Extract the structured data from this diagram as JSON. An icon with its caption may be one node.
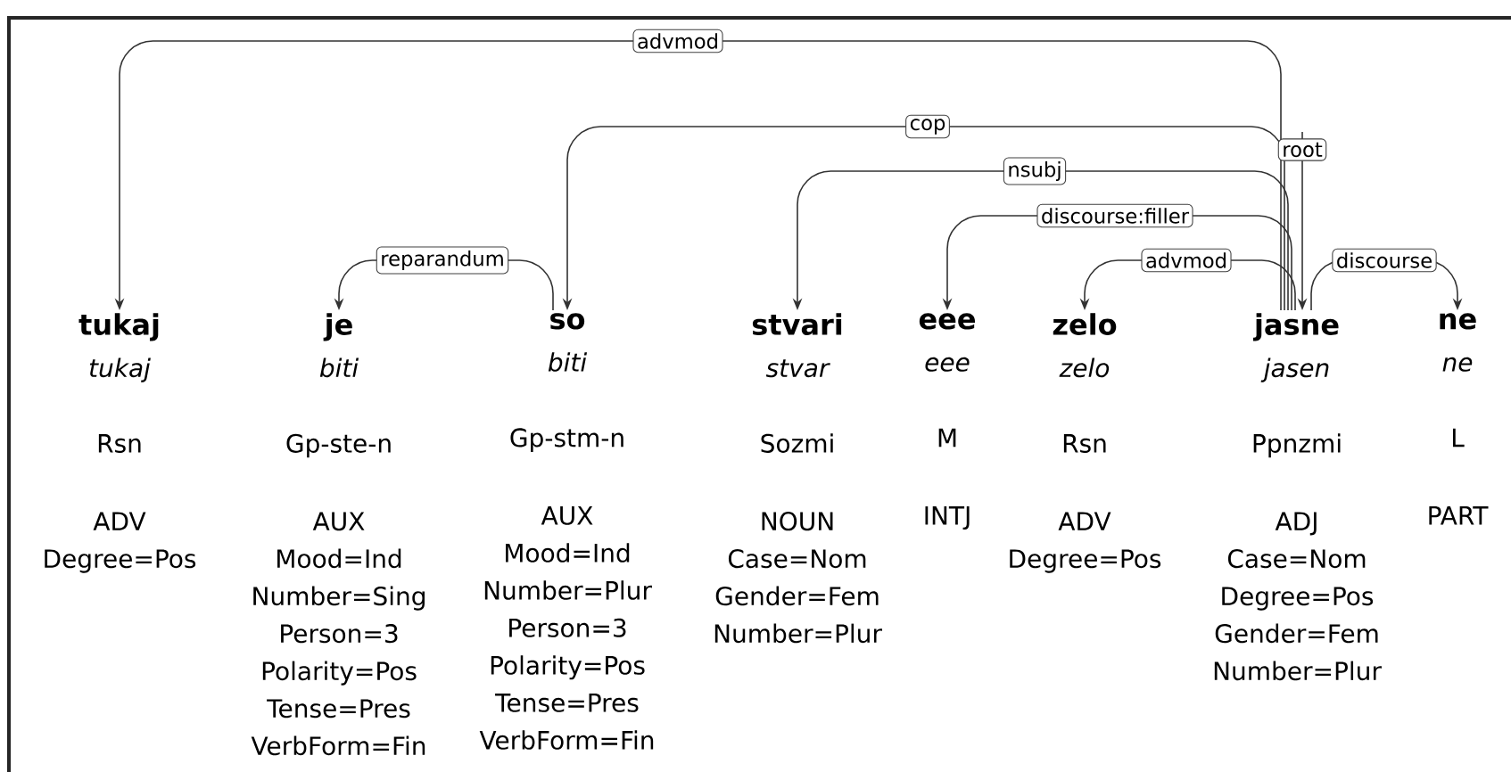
{
  "diagram": {
    "nodes": [
      {
        "text": [
          "tukaj",
          "tukaj",
          "Rsn",
          "ADV",
          "Degree=Pos"
        ]
      },
      {
        "text": [
          "je",
          "biti",
          "Gp-ste-n",
          "AUX",
          "Mood=Ind",
          "Number=Sing",
          "Person=3",
          "Polarity=Pos",
          "Tense=Pres",
          "VerbForm=Fin"
        ]
      },
      {
        "text": [
          "so",
          "biti",
          "Gp-stm-n",
          "AUX",
          "Mood=Ind",
          "Number=Plur",
          "Person=3",
          "Polarity=Pos",
          "Tense=Pres",
          "VerbForm=Fin"
        ]
      },
      {
        "text": [
          "stvari",
          "stvar",
          "Sozmi",
          "NOUN",
          "Case=Nom",
          "Gender=Fem",
          "Number=Plur"
        ]
      },
      {
        "text": [
          "eee",
          "eee",
          "M",
          "INTJ"
        ]
      },
      {
        "text": [
          "zelo",
          "zelo",
          "Rsn",
          "ADV",
          "Degree=Pos"
        ]
      },
      {
        "text": [
          "jasne",
          "jasen",
          "Ppnzmi",
          "ADJ",
          "Case=Nom",
          "Degree=Pos",
          "Gender=Fem",
          "Number=Plur"
        ]
      },
      {
        "text": [
          "ne",
          "ne",
          "L",
          "PART"
        ]
      }
    ],
    "edges": [
      {
        "from": 6,
        "to": 0,
        "arrow": "to",
        "label": "advmod"
      },
      {
        "from": 2,
        "to": 1,
        "arrow": "to",
        "label": "reparandum"
      },
      {
        "from": 6,
        "to": 2,
        "arrow": "to",
        "label": "cop"
      },
      {
        "from": 6,
        "to": 3,
        "arrow": "to",
        "label": "nsubj"
      },
      {
        "from": 6,
        "to": 4,
        "arrow": "to",
        "label": "discourse:filler"
      },
      {
        "from": 6,
        "to": 5,
        "arrow": "to",
        "label": "advmod"
      },
      {
        "from": 6,
        "to": 7,
        "arrow": "to",
        "label": "discourse"
      },
      {
        "from": null,
        "to": 6,
        "arrow": "to",
        "label": "root"
      }
    ]
  }
}
